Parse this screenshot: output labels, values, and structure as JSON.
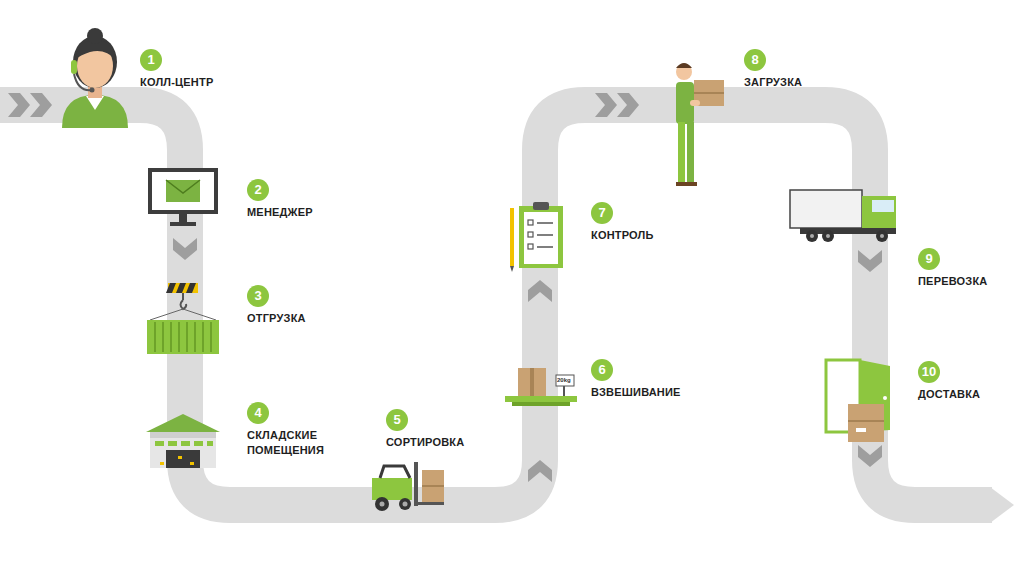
{
  "diagram": {
    "nodes": [
      {
        "text": [
          "1",
          "КОЛЛ-ЦЕНТР"
        ]
      },
      {
        "text": [
          "2",
          "МЕНЕДЖЕР"
        ]
      },
      {
        "text": [
          "3",
          "ОТГРУЗКА"
        ]
      },
      {
        "text": [
          "4",
          "СКЛАДСКИЕ ПОМЕЩЕНИЯ"
        ]
      },
      {
        "text": [
          "5",
          "СОРТИРОВКА"
        ]
      },
      {
        "text": [
          "6",
          "ВЗВЕШИВАНИЕ"
        ]
      },
      {
        "text": [
          "7",
          "КОНТРОЛЬ"
        ]
      },
      {
        "text": [
          "8",
          "ЗАГРУЗКА"
        ]
      },
      {
        "text": [
          "9",
          "ПЕРЕВОЗКА"
        ]
      },
      {
        "text": [
          "10",
          "ДОСТАВКА"
        ]
      }
    ],
    "labels": [
      "20kg"
    ]
  }
}
